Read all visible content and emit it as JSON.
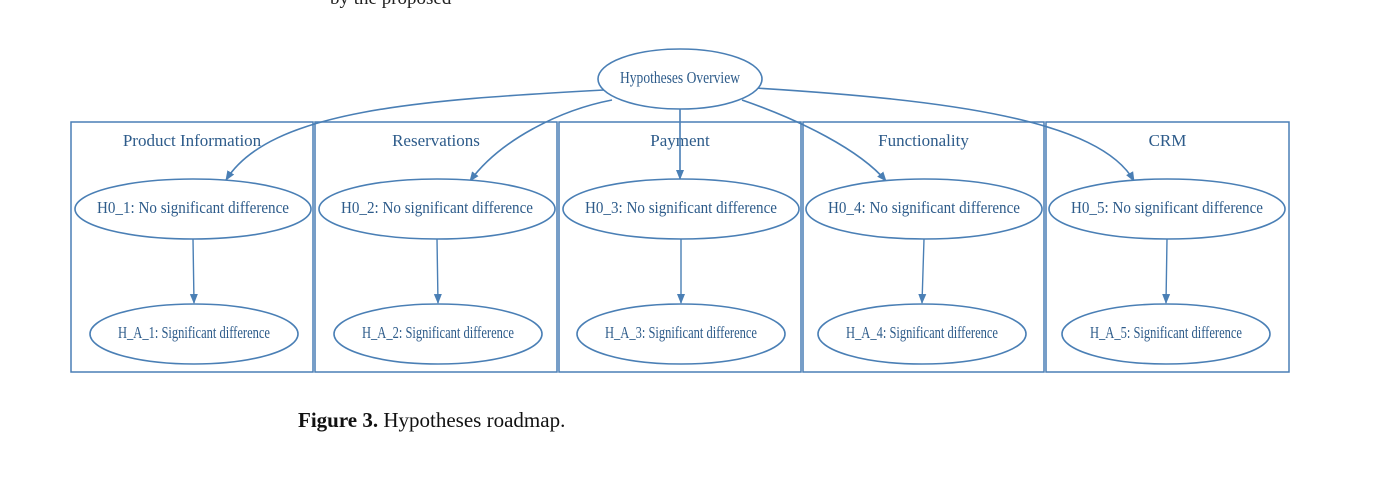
{
  "top_text": "by the proposed",
  "diagram": {
    "root": "Hypotheses Overview",
    "clusters": [
      {
        "label": "Product Information",
        "h0": "H0_1: No significant difference",
        "ha": "H_A_1: Significant difference"
      },
      {
        "label": "Reservations",
        "h0": "H0_2: No significant difference",
        "ha": "H_A_2: Significant difference"
      },
      {
        "label": "Payment",
        "h0": "H0_3: No significant difference",
        "ha": "H_A_3: Significant difference"
      },
      {
        "label": "Functionality",
        "h0": "H0_4: No significant difference",
        "ha": "H_A_4: Significant difference"
      },
      {
        "label": "CRM",
        "h0": "H0_5: No significant difference",
        "ha": "H_A_5: Significant difference"
      }
    ]
  },
  "caption": {
    "label": "Figure 3.",
    "text": "Hypotheses roadmap."
  },
  "colors": {
    "line": "#4a7fb5",
    "text": "#2d5b8a"
  }
}
